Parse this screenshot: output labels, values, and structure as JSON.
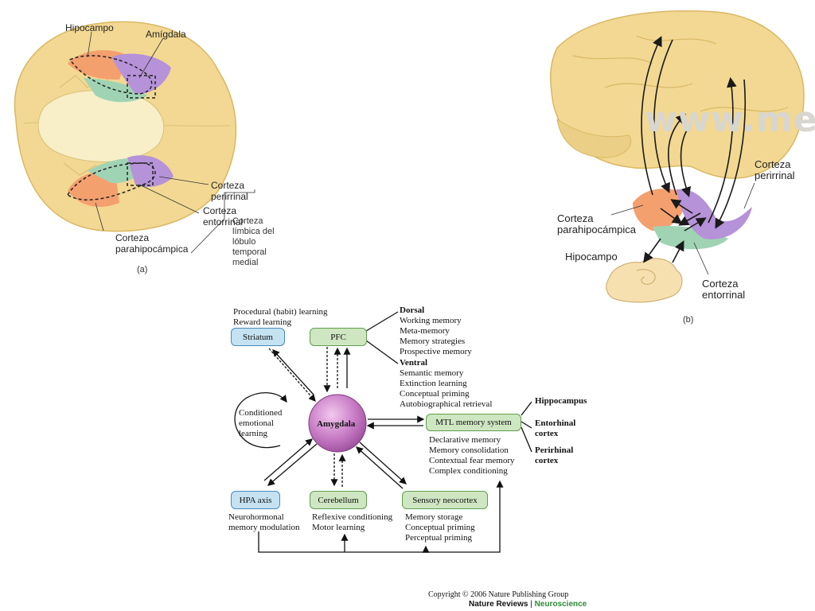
{
  "panel_a": {
    "label_hippocampus": "Hipocampo",
    "label_amygdala": "Amígdala",
    "label_perirhinal": "Corteza\nperirrinal",
    "label_entorhinal": "Corteza\nentorrinal",
    "label_parahippocampal": "Corteza\nparahipocámpica",
    "label_limbic": "Corteza\nlímbica del\nlóbulo\ntemporal\nmedial",
    "panel_letter": "(a)"
  },
  "panel_b": {
    "label_perirhinal": "Corteza\nperirrinal",
    "label_parahippocampal": "Corteza\nparahipocámpica",
    "label_hippocampus": "Hipocampo",
    "label_entorhinal": "Corteza\nentorrinal",
    "panel_letter": "(b)",
    "watermark": "www.me"
  },
  "panel_c": {
    "center": "Amygdala",
    "striatum": {
      "box": "Striatum",
      "notes": [
        "Procedural (habit) learning",
        "Reward learning"
      ]
    },
    "pfc": {
      "box": "PFC",
      "dorsal_title": "Dorsal",
      "dorsal": [
        "Working memory",
        "Meta-memory",
        "Memory strategies",
        "Prospective memory"
      ],
      "ventral_title": "Ventral",
      "ventral": [
        "Semantic memory",
        "Extinction learning",
        "Conceptual priming",
        "Autobiographical retrieval"
      ]
    },
    "mtl": {
      "box": "MTL memory system",
      "notes": [
        "Declarative memory",
        "Memory consolidation",
        "Contextual fear memory",
        "Complex conditioning"
      ],
      "parts": [
        "Hippocampus",
        "Entorhinal\ncortex",
        "Perirhinal\ncortex"
      ]
    },
    "conditioned": "Conditioned\nemotional\nlearning",
    "hpa": {
      "box": "HPA axis",
      "notes": [
        "Neurohormonal",
        "memory modulation"
      ]
    },
    "cerebellum": {
      "box": "Cerebellum",
      "notes": [
        "Reflexive conditioning",
        "Motor learning"
      ]
    },
    "sensory": {
      "box": "Sensory neocortex",
      "notes": [
        "Memory storage",
        "Conceptual priming",
        "Perceptual priming"
      ]
    }
  },
  "copyright": {
    "line1": "Copyright © 2006 Nature Publishing Group",
    "journal": "Nature Reviews",
    "separator": "|",
    "section": "Neuroscience"
  }
}
